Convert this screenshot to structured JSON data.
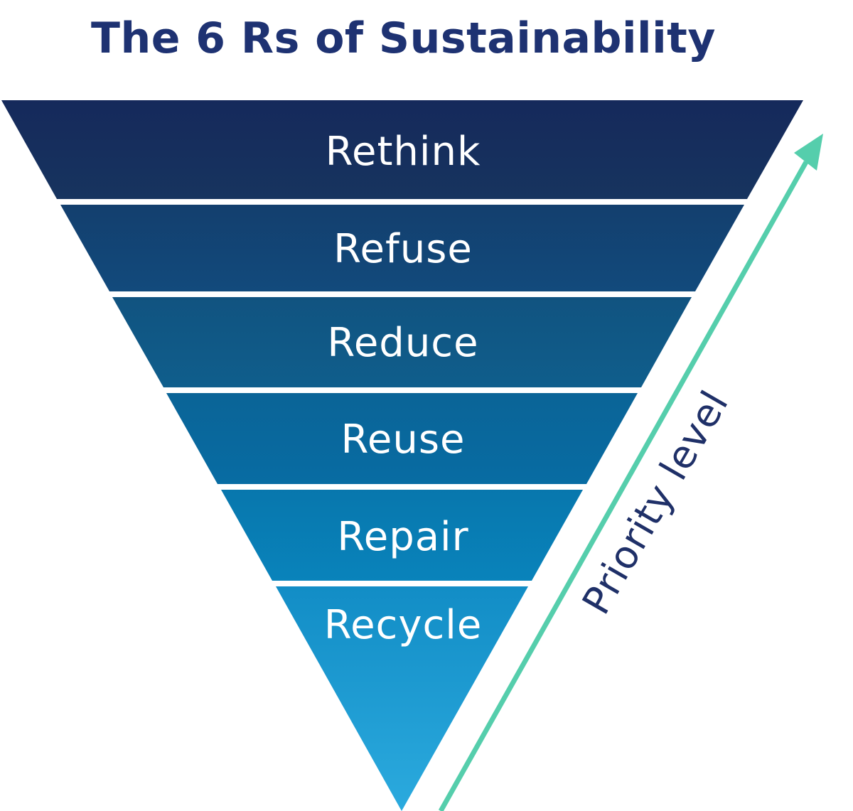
{
  "title": "The 6 Rs of Sustainability",
  "funnel": {
    "type": "inverted-pyramid",
    "levels": [
      {
        "label": "Rethink",
        "color_top": "#15295B",
        "color_bottom": "#17345F"
      },
      {
        "label": "Refuse",
        "color_top": "#133F6E",
        "color_bottom": "#124A7C"
      },
      {
        "label": "Reduce",
        "color_top": "#115380",
        "color_bottom": "#0F5E8C"
      },
      {
        "label": "Reuse",
        "color_top": "#0A6497",
        "color_bottom": "#086CA3"
      },
      {
        "label": "Repair",
        "color_top": "#0877AD",
        "color_bottom": "#0983BB"
      },
      {
        "label": "Recycle",
        "color_top": "#128DC6",
        "color_bottom": "#2BAADE"
      }
    ],
    "separator_color": "#FFFFFF",
    "label_text_color": "#FFFFFF"
  },
  "arrow": {
    "label": "Priority level",
    "color": "#55CEAC",
    "label_color": "#1F3068",
    "direction": "up"
  },
  "colors": {
    "title": "#1E3272",
    "background": "#FFFFFF"
  }
}
